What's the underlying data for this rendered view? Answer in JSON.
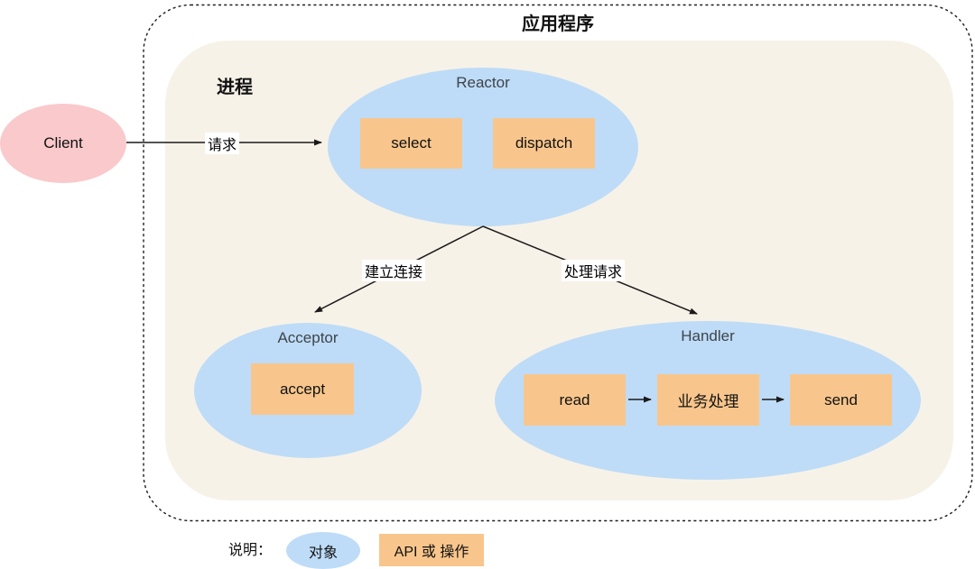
{
  "diagram": {
    "app_title": "应用程序",
    "process_title": "进程",
    "client": {
      "label": "Client"
    },
    "nodes": {
      "reactor": {
        "title": "Reactor",
        "ops": [
          "select",
          "dispatch"
        ]
      },
      "acceptor": {
        "title": "Acceptor",
        "ops": [
          "accept"
        ]
      },
      "handler": {
        "title": "Handler",
        "ops": [
          "read",
          "业务处理",
          "send"
        ]
      }
    },
    "edges": {
      "request_label": "请求",
      "connect_label": "建立连接",
      "handle_label": "处理请求"
    },
    "legend": {
      "caption": "说明：",
      "object_label": "对象",
      "api_label": "API 或 操作"
    },
    "colors": {
      "object_fill": "#bedcf7",
      "api_fill": "#f8c68c",
      "client_fill": "#f9c9cc",
      "process_fill": "#f7f2e8",
      "line": "#1a1a1a"
    }
  }
}
